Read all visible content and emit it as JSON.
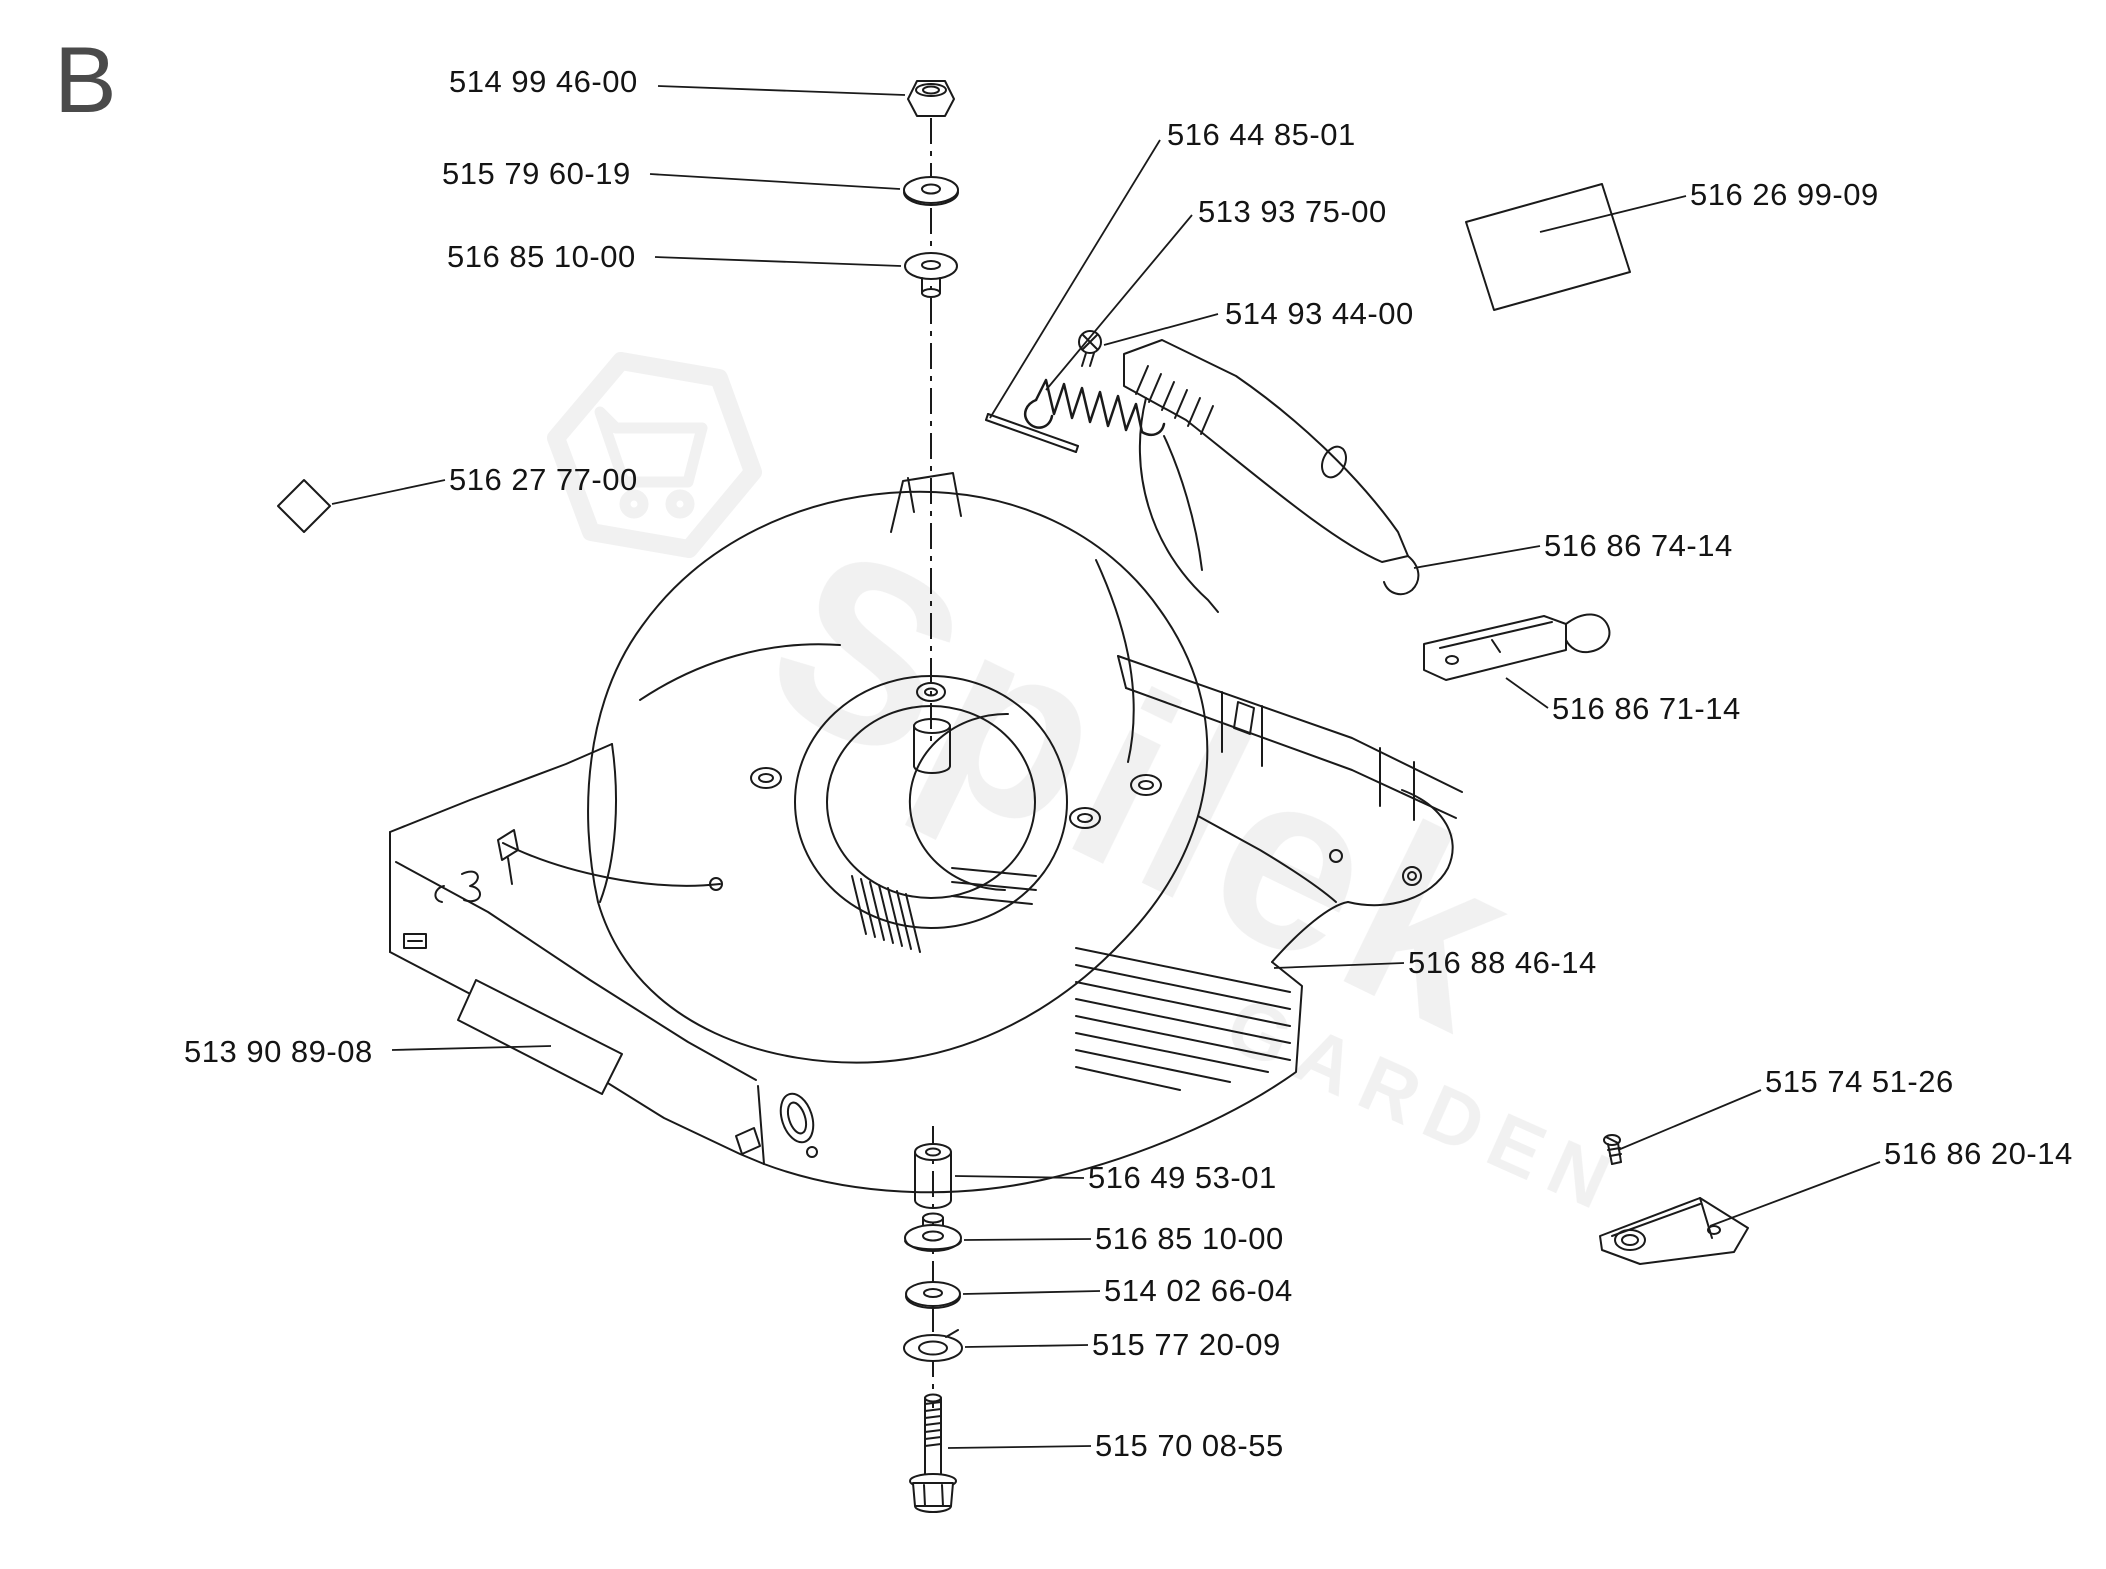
{
  "page": {
    "section_letter": "B"
  },
  "watermark": {
    "brand": "Spilek",
    "caption": "GARDEN"
  },
  "labels": [
    {
      "text": "514 99 46-00"
    },
    {
      "text": "515 79 60-19"
    },
    {
      "text": "516 85 10-00"
    },
    {
      "text": "516 44 85-01"
    },
    {
      "text": "513 93 75-00"
    },
    {
      "text": "514 93 44-00"
    },
    {
      "text": "516 26 99-09"
    },
    {
      "text": "516 27 77-00"
    },
    {
      "text": "516 86 74-14"
    },
    {
      "text": "516 86 71-14"
    },
    {
      "text": "516 88 46-14"
    },
    {
      "text": "513 90 89-08"
    },
    {
      "text": "515 74 51-26"
    },
    {
      "text": "516 86 20-14"
    },
    {
      "text": "516 49 53-01"
    },
    {
      "text": "516 85 10-00"
    },
    {
      "text": "514 02 66-04"
    },
    {
      "text": "515 77 20-09"
    },
    {
      "text": "515 70 08-55"
    }
  ]
}
